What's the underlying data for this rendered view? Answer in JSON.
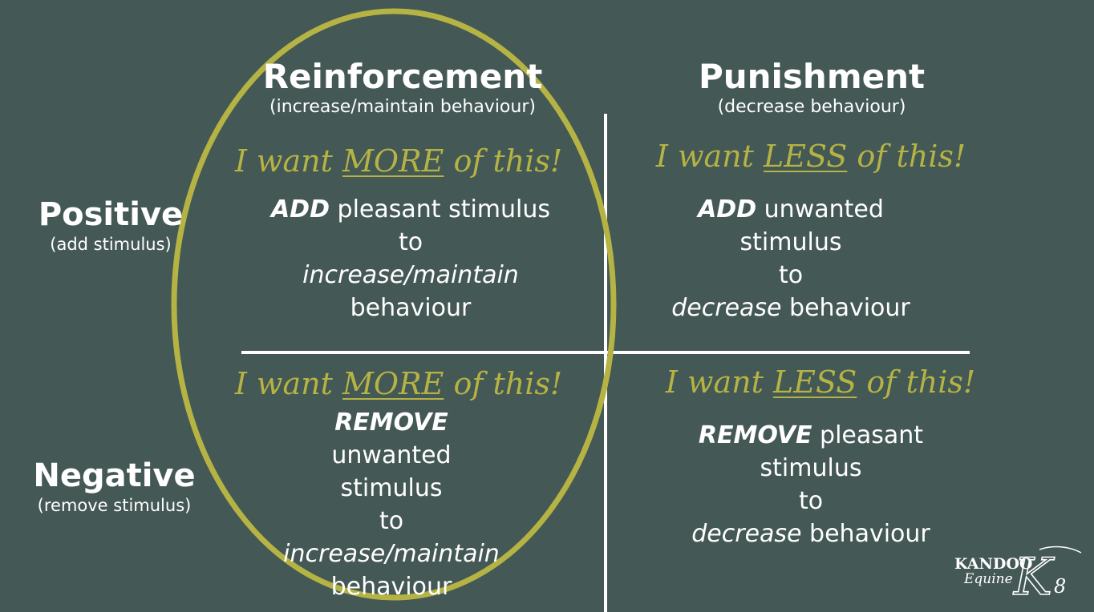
{
  "columns": {
    "reinforcement": {
      "title": "Reinforcement",
      "subtitle": "(increase/maintain behaviour)"
    },
    "punishment": {
      "title": "Punishment",
      "subtitle": "(decrease behaviour)"
    }
  },
  "rows": {
    "positive": {
      "title": "Positive",
      "subtitle": "(add stimulus)"
    },
    "negative": {
      "title": "Negative",
      "subtitle": "(remove stimulus)"
    }
  },
  "cells": {
    "pos_reinf": {
      "want_pre": "I want ",
      "want_key": "MORE",
      "want_post": " of this!",
      "line1_bold": "ADD",
      "line1_rest": " pleasant stimulus",
      "line2": "to",
      "line3_italic": "increase/maintain",
      "line4": "behaviour"
    },
    "pos_pun": {
      "want_pre": "I want ",
      "want_key": "LESS",
      "want_post": " of this!",
      "line1_bold": "ADD",
      "line1_rest": " unwanted",
      "line2": "stimulus",
      "line3": "to",
      "line4_italic": "decrease",
      "line4_rest": " behaviour"
    },
    "neg_reinf": {
      "want_pre": "I want ",
      "want_key": "MORE",
      "want_post": " of this!",
      "line1_bold": "REMOVE",
      "line2": "unwanted",
      "line3": "stimulus",
      "line4": "to",
      "line5_italic": "increase/maintain",
      "line6": "behaviour"
    },
    "neg_pun": {
      "want_pre": "I want ",
      "want_key": "LESS",
      "want_post": " of this!",
      "line1_bold": "REMOVE",
      "line1_rest": " pleasant",
      "line2": "stimulus",
      "line3": "to",
      "line4_italic": "decrease",
      "line4_rest": " behaviour"
    }
  },
  "logo": {
    "text_top": "KANDOO",
    "text_bottom": "Equine",
    "monogram": "K",
    "mark": "8"
  },
  "colors": {
    "background": "#445855",
    "accent": "#b5b344",
    "text": "#ffffff"
  }
}
